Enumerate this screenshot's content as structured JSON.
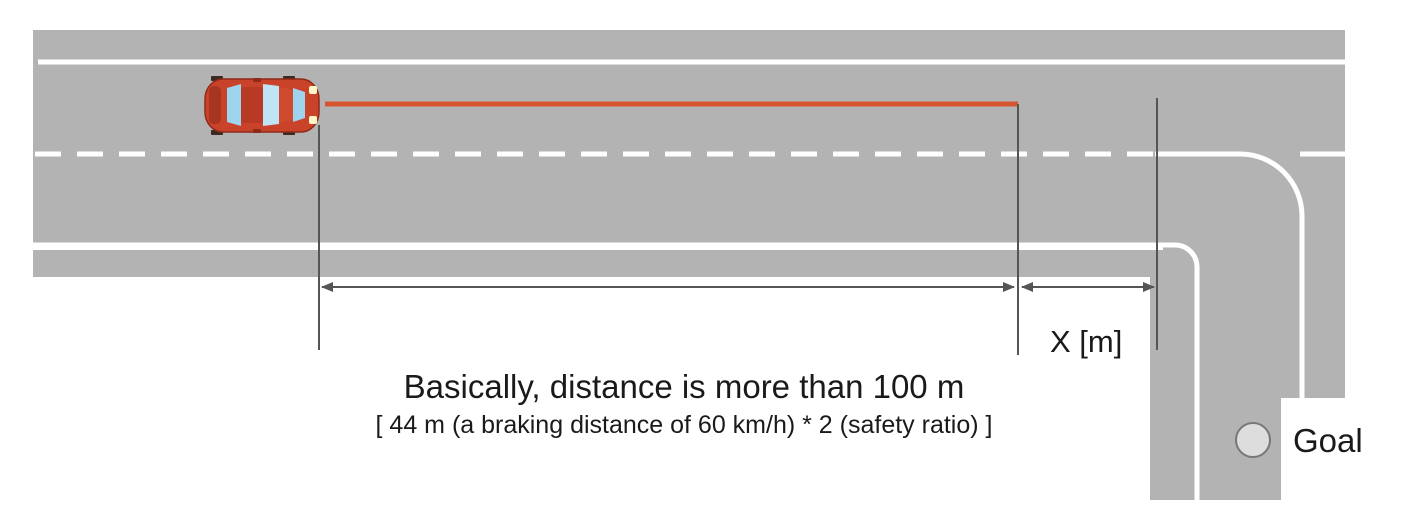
{
  "diagram": {
    "distance_label": "X [m]",
    "headline": "Basically, distance is more than 100 m",
    "subline": "[ 44 m (a braking distance of 60 km/h) * 2 (safety ratio) ]",
    "goal_label": "Goal"
  },
  "colors": {
    "road": "#b3b3b3",
    "lane_marking": "#ffffff",
    "path_line": "#d4552f",
    "car_body": "#c9432a",
    "measure_line": "#555555",
    "goal_marker": "#dddddd"
  },
  "icons": {
    "car": "car-icon",
    "goal": "goal-marker-icon"
  }
}
